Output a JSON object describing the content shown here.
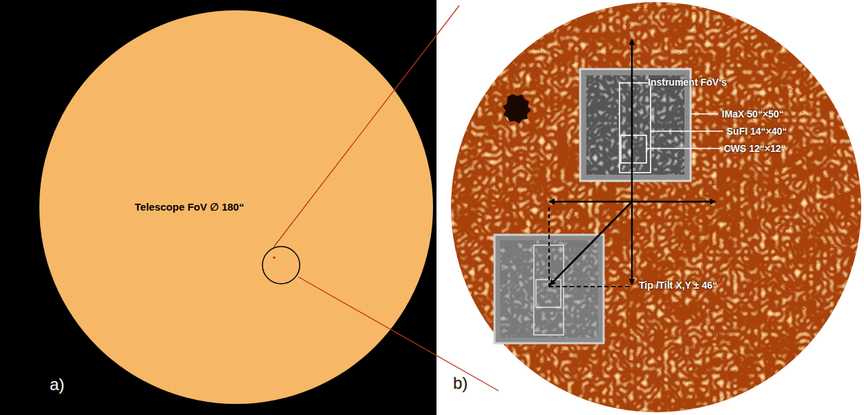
{
  "diagram": {
    "nodes": [
      {
        "text": [
          "Telescope FoV ∅ 180“"
        ]
      }
    ],
    "labels": [
      "a)",
      "b)",
      "Instrument FoV‘s",
      "IMaX 50“×50“",
      "SuFI 14“×40“",
      "CWS 12“×12“",
      "Tip /Tilt X,Y ± 46“"
    ]
  }
}
